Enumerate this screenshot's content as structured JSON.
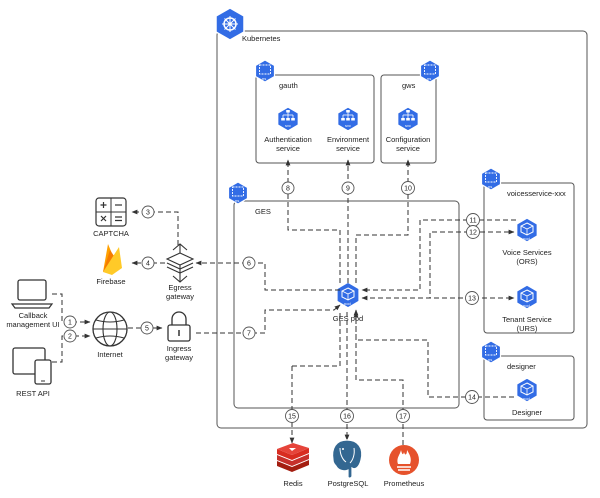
{
  "kubernetes": {
    "label": "Kubernetes"
  },
  "namespaces": {
    "gauth": {
      "label": "gauth",
      "tag": "ns"
    },
    "gws": {
      "label": "gws",
      "tag": "ns"
    },
    "ges": {
      "label": "GES",
      "tag": "ns"
    },
    "voice": {
      "label": "voicesservice-xxx",
      "tag": "ns"
    },
    "designer": {
      "label": "designer",
      "tag": "ns"
    }
  },
  "services": {
    "auth": {
      "line1": "Authentication",
      "line2": "service",
      "tag": "svc"
    },
    "env": {
      "line1": "Environment",
      "line2": "service",
      "tag": "svc"
    },
    "config": {
      "line1": "Configuration",
      "line2": "service",
      "tag": "svc"
    }
  },
  "pods": {
    "ges": {
      "label": "GES pod",
      "tag": "pod"
    },
    "ors": {
      "line1": "Voice Services",
      "line2": "(ORS)",
      "tag": "pod"
    },
    "urs": {
      "line1": "Tenant Service",
      "line2": "(URS)",
      "tag": "pod"
    },
    "designer": {
      "label": "Designer",
      "tag": "pod"
    }
  },
  "external": {
    "captcha": "CAPTCHA",
    "firebase": "Firebase",
    "egress_line1": "Egress",
    "egress_line2": "gateway",
    "ingress_line1": "Ingress",
    "ingress_line2": "gateway",
    "internet": "Internet",
    "callback_line1": "Callback",
    "callback_line2": "management UI",
    "rest_api": "REST API",
    "redis": "Redis",
    "postgres": "PostgreSQL",
    "prometheus": "Prometheus"
  },
  "badges": [
    "1",
    "2",
    "3",
    "4",
    "5",
    "6",
    "7",
    "8",
    "9",
    "10",
    "11",
    "12",
    "13",
    "14",
    "15",
    "16",
    "17"
  ],
  "colors": {
    "k8s_blue": "#326ce5",
    "redis_red": "#c6302b",
    "firebase_yellow": "#ffca28",
    "firebase_orange": "#f57c00",
    "prometheus_orange": "#e6522c",
    "postgres_blue": "#336791",
    "line": "#333333"
  },
  "icons": [
    "kubernetes-icon",
    "namespace-icon",
    "service-icon",
    "pod-icon",
    "calculator-icon",
    "firebase-icon",
    "gateway-icon",
    "lock-icon",
    "globe-icon",
    "laptop-icon",
    "tablet-phone-icon",
    "redis-icon",
    "postgresql-icon",
    "prometheus-icon"
  ]
}
